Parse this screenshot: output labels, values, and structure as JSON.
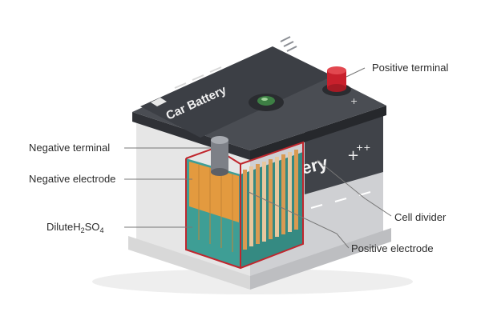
{
  "battery": {
    "case_label": "Car Battery",
    "side_label": "ery"
  },
  "labels": {
    "positive_terminal": "Positive  terminal",
    "negative_terminal": "Negative terminal",
    "negative_electrode": "Negative electrode",
    "electrolyte": {
      "prefix": "DiluteH",
      "sub1": "2",
      "mid": "SO",
      "sub2": "4"
    },
    "cell_divider": "Cell divider",
    "positive_electrode": "Positive electrode"
  },
  "colors": {
    "lid_dark": "#3f4248",
    "case_light": "#e4e4e4",
    "terminal_red": "#c8202c",
    "cutaway_red": "#c0262d",
    "electrolyte_teal": "#3e9e95",
    "plate_orange": "#e39a3f"
  }
}
